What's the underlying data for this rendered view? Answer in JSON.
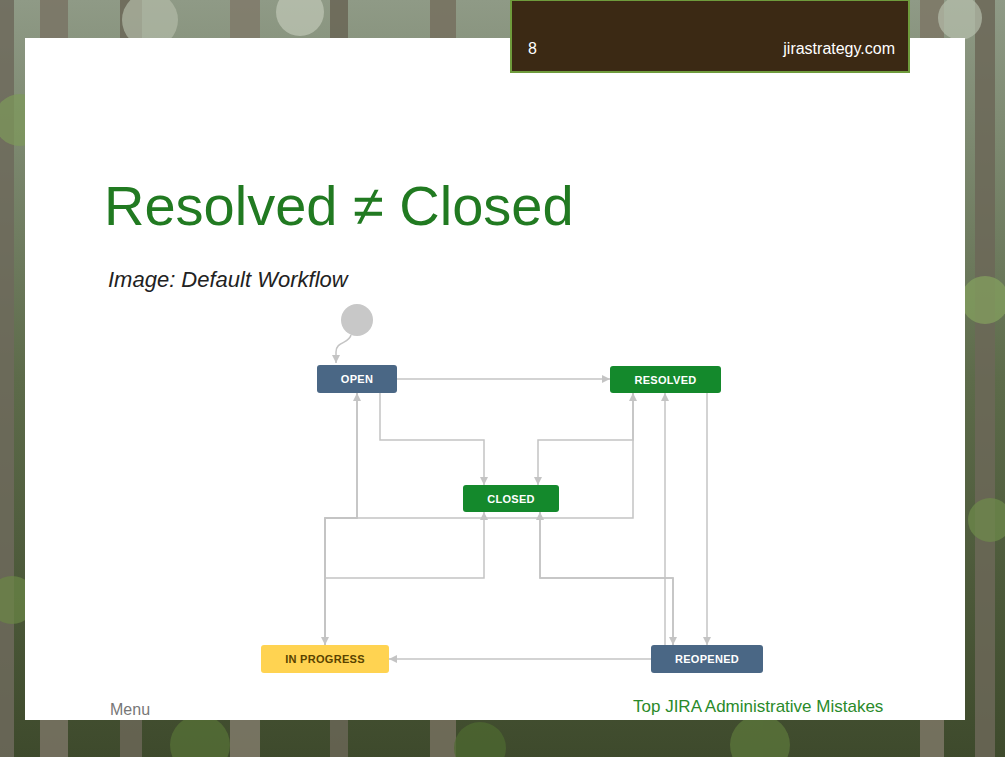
{
  "diagram": {
    "title": "Resolved ≠ Closed",
    "nodes": [
      {
        "text": [
          "OPEN"
        ]
      },
      {
        "text": [
          "RESOLVED"
        ]
      },
      {
        "text": [
          "CLOSED"
        ]
      },
      {
        "text": [
          "IN PROGRESS"
        ]
      },
      {
        "text": [
          "REOPENED"
        ]
      }
    ],
    "edges": [
      {
        "from": 0,
        "to": 1,
        "arrow": "to"
      },
      {
        "from": 0,
        "to": 2,
        "arrow": "to"
      },
      {
        "from": 1,
        "to": 2,
        "arrow": "to"
      },
      {
        "from": 0,
        "to": 3,
        "arrow": "to"
      },
      {
        "from": 3,
        "to": 0,
        "arrow": "to"
      },
      {
        "from": 3,
        "to": 1,
        "arrow": "to"
      },
      {
        "from": 3,
        "to": 2,
        "arrow": "to"
      },
      {
        "from": 1,
        "to": 4,
        "arrow": "to"
      },
      {
        "from": 4,
        "to": 1,
        "arrow": "to"
      },
      {
        "from": 4,
        "to": 2,
        "arrow": "to"
      },
      {
        "from": 2,
        "to": 4,
        "arrow": "to"
      },
      {
        "from": 4,
        "to": 3,
        "arrow": "to"
      }
    ],
    "labels": [
      "8",
      "jirastrategy.com",
      "Image: Default Workflow",
      "Menu",
      "Top JIRA Administrative Mistakes"
    ]
  }
}
